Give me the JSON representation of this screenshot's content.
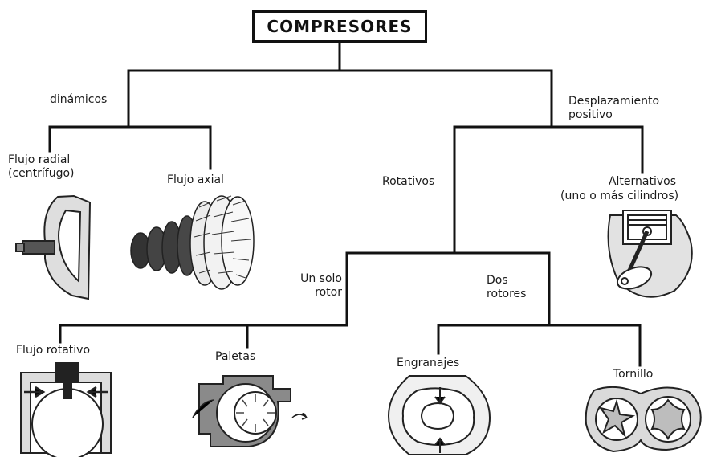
{
  "title": "COMPRESORES",
  "branches": {
    "dynamic": "dinámicos",
    "positive_line1": "Desplazamiento",
    "positive_line2": "positivo"
  },
  "dynamic_types": {
    "radial_line1": "Flujo radial",
    "radial_line2": "(centrífugo)",
    "axial": "Flujo axial"
  },
  "positive_types": {
    "rotary": "Rotativos",
    "reciprocating_line1": "Alternativos",
    "reciprocating_line2": "(uno o más cilindros)"
  },
  "rotor_groups": {
    "single_line1": "Un solo",
    "single_line2": "rotor",
    "double_line1": "Dos",
    "double_line2": "rotores"
  },
  "leaves": {
    "rotary_flow": "Flujo rotativo",
    "vanes": "Paletas",
    "gears": "Engranajes",
    "screw": "Tornillo"
  },
  "colors": {
    "ink": "#111111",
    "machine_fill": "#dcdcdc",
    "machine_dark": "#3a3a3a"
  }
}
